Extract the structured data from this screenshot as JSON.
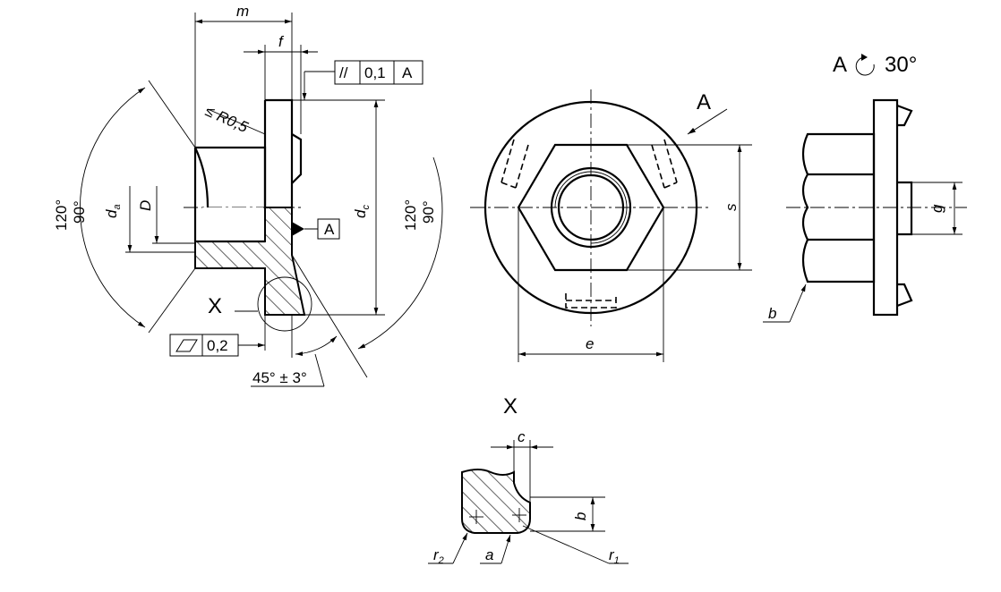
{
  "dimensions": {
    "m": "m",
    "f": "f",
    "R": "≤ R0,5",
    "angle_left_outer": "120°",
    "angle_left_inner": "90°",
    "angle_right_outer": "120°",
    "angle_right_inner": "90°",
    "da": "d",
    "da_sub": "a",
    "D": "D",
    "dc": "d",
    "dc_sub": "c",
    "chamfer": "45° ± 3°",
    "s": "s",
    "e": "e",
    "g": "g",
    "c": "c",
    "b": "b",
    "r1": "r",
    "r1_sub": "1",
    "r2": "r",
    "r2_sub": "2",
    "a": "a",
    "b_leader": "b"
  },
  "tolerances": {
    "parallelism_symbol": "//",
    "parallelism_value": "0,1",
    "parallelism_datum": "A",
    "datum_label": "A",
    "flatness_value": "0,2"
  },
  "view_labels": {
    "detail_x_callout": "X",
    "detail_x_title": "X",
    "view_a_arrow": "A",
    "view_a_title": "A",
    "view_a_rotation": "30°"
  }
}
